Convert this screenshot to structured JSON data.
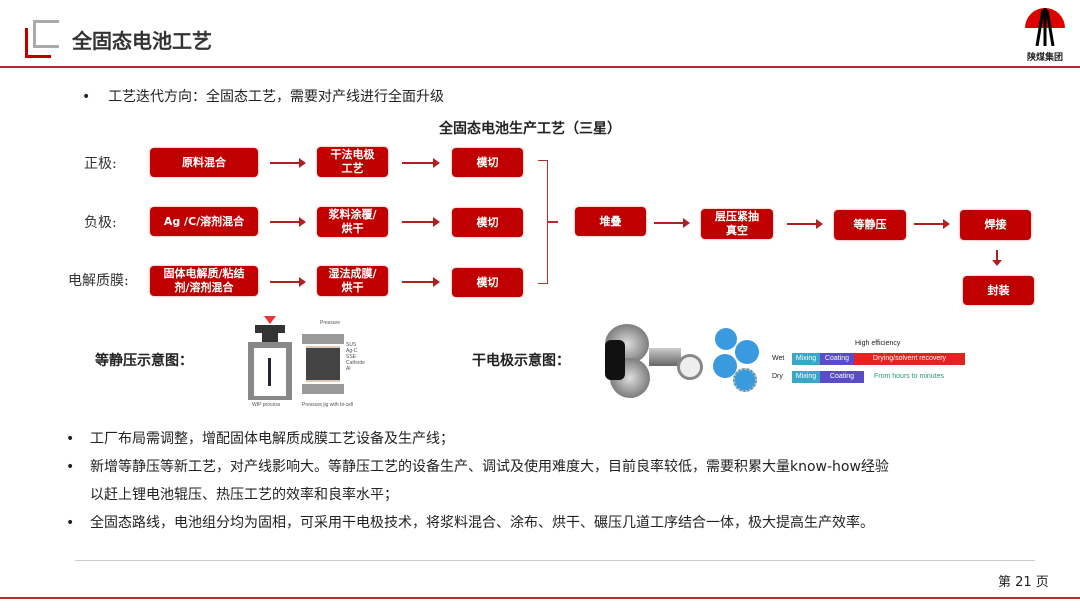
{
  "header": {
    "title": "全固态电池工艺",
    "logo_text": "陕煤集团"
  },
  "intro": "工艺迭代方向：全固态工艺，需要对产线进行全面升级",
  "flow": {
    "title": "全固态电池生产工艺（三星）",
    "rows": [
      {
        "label": "正极:",
        "steps": [
          "原料混合",
          "干法电极工艺",
          "模切"
        ]
      },
      {
        "label": "负极:",
        "steps": [
          "Ag /C/溶剂混合",
          "浆料涂覆/烘干",
          "模切"
        ]
      },
      {
        "label": "电解质膜:",
        "steps": [
          "固体电解质/粘结剂/溶剂混合",
          "湿法成膜/烘干",
          "模切"
        ]
      }
    ],
    "main": [
      "堆叠",
      "层压紧抽真空",
      "等静压",
      "焊接",
      "封装"
    ]
  },
  "figures": {
    "iso_caption": "等静压示意图：",
    "iso_labels": {
      "pressure": "Pressure",
      "layers": [
        "SUS",
        "Ag-C",
        "SSE",
        "Cathode",
        "Al"
      ],
      "left": "WIP process",
      "right": "Pressure jig with bi-cell"
    },
    "dry_caption": "干电极示意图：",
    "dry_chart": {
      "title": "High efficiency",
      "wet": "Wet",
      "dry": "Dry",
      "mixing": "Mixing",
      "coating": "Coating",
      "drying": "Drying/solvent recovery",
      "note": "From hours to minutes"
    }
  },
  "bullets": [
    "工厂布局需调整，增配固体电解质成膜工艺设备及生产线；",
    "新增等静压等新工艺，对产线影响大。等静压工艺的设备生产、调试及使用难度大，目前良率较低，需要积累大量know-how经验",
    "以赶上锂电池辊压、热压工艺的效率和良率水平；",
    "全固态路线，电池组分均为固相，可采用干电极技术，将浆料混合、涂布、烘干、碾压几道工序结合一体，极大提高生产效率。"
  ],
  "footer": {
    "page": "第 21 页"
  },
  "colors": {
    "accent": "#c00000"
  }
}
